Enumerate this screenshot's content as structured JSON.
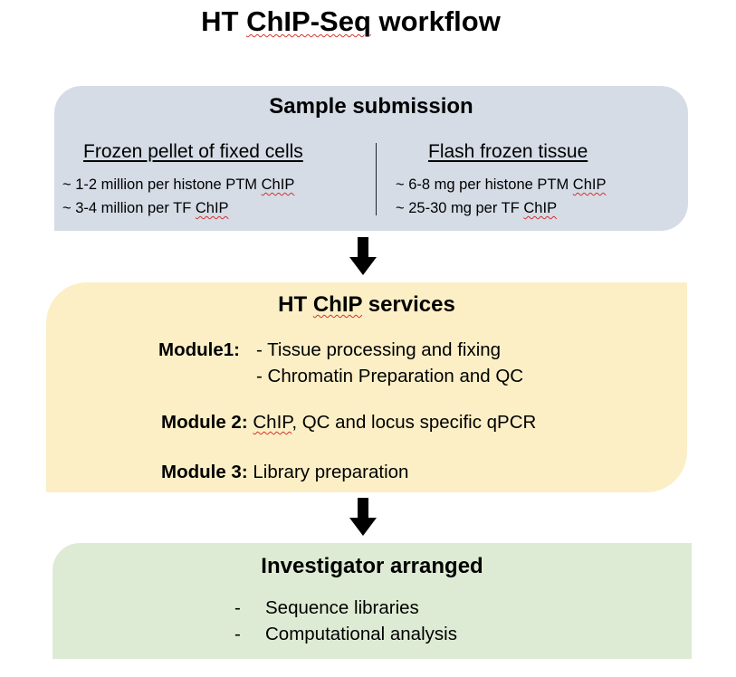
{
  "title": {
    "prefix": "HT ",
    "flagged": "ChIP-Seq",
    "suffix": " workflow"
  },
  "sample_submission": {
    "heading": "Sample submission",
    "cells": {
      "heading": "Frozen pellet of fixed cells",
      "items": [
        {
          "text": "~ 1-2 million per histone PTM ",
          "flagged": "ChIP"
        },
        {
          "text": "~ 3-4 million per TF ",
          "flagged": "ChIP"
        }
      ]
    },
    "tissue": {
      "heading": "Flash frozen tissue",
      "items": [
        {
          "text": "~ 6-8 mg per histone PTM ",
          "flagged": "ChIP"
        },
        {
          "text": "~ 25-30 mg per TF ",
          "flagged": "ChIP"
        }
      ]
    }
  },
  "ht_chip_services": {
    "heading_prefix": "HT ",
    "heading_flagged": "ChIP",
    "heading_suffix": " services",
    "module1": {
      "label": "Module1:",
      "lines": [
        "- Tissue processing and fixing",
        "- Chromatin Preparation and QC"
      ]
    },
    "module2": {
      "label": "Module 2:",
      "flagged": "ChIP",
      "rest": ", QC and locus specific qPCR"
    },
    "module3": {
      "label": "Module 3:",
      "text": "Library preparation"
    }
  },
  "investigator": {
    "heading": "Investigator arranged",
    "items": [
      {
        "dash": "-",
        "text": "Sequence libraries"
      },
      {
        "dash": "-",
        "text": "Computational analysis"
      }
    ]
  },
  "colors": {
    "submission_fill": "#d5dce6",
    "services_fill": "#fcefc6",
    "investigator_fill": "#deebd4",
    "arrow": "#000000",
    "spellcheck_underline": "#d0342c"
  }
}
